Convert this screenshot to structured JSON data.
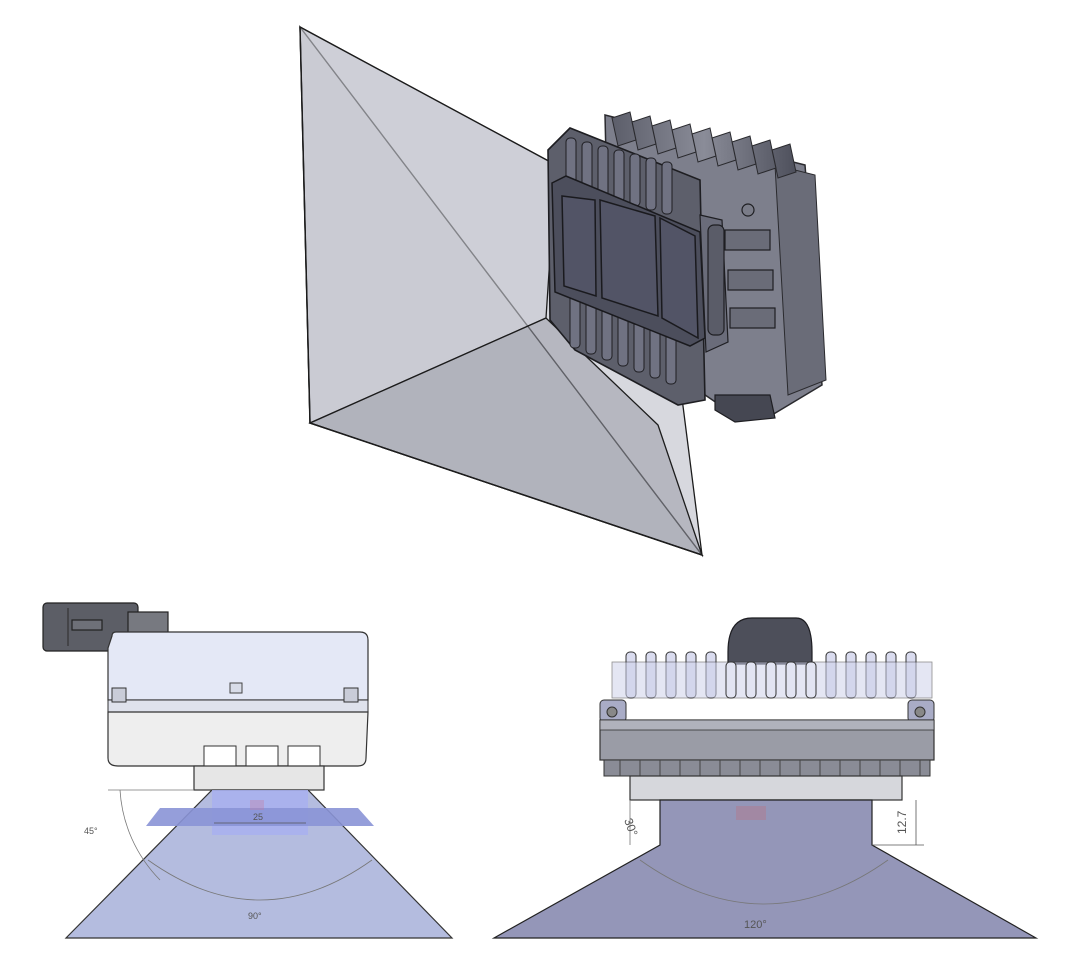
{
  "left_view": {
    "width_label": "25",
    "half_angle_label": "45°",
    "full_angle_label": "90°"
  },
  "right_view": {
    "height_label": "12.7",
    "tilt_label": "30°",
    "full_angle_label": "120°"
  },
  "colors": {
    "frustum": "#9ea0ac",
    "beam_blue": "#b4bcdf",
    "beam_band": "#8a94d6",
    "beam_gray": "#9496b8",
    "housing": "#6d6f7c"
  }
}
